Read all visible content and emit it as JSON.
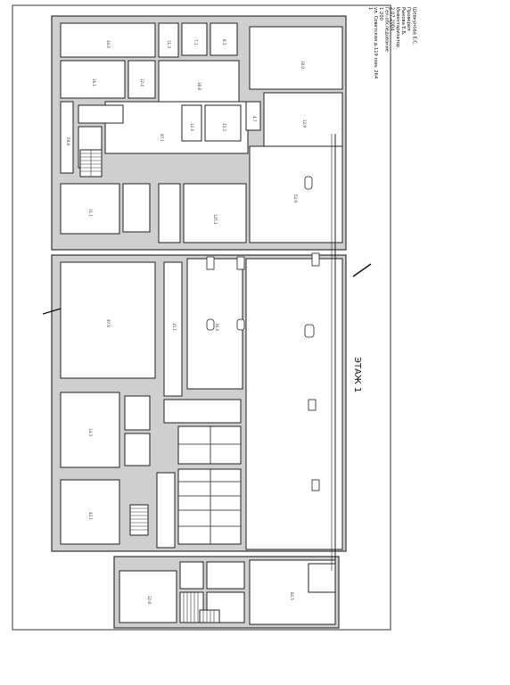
{
  "sheet": {
    "floor_label": "ЭТАЖ 1",
    "stamp_lines": [
      "ул. Советская д.119 пом. 264",
      "1:200",
      "Ген.обследование",
      "2.07.2004",
      "Инвентаризатор",
      "Рыкова Е.Б.",
      "Проверил",
      "Шевкунова Е.С."
    ],
    "stamp_no": "1"
  },
  "rooms": [
    {
      "id": "r1",
      "label": "34.0"
    },
    {
      "id": "r2",
      "label": "16.1"
    },
    {
      "id": "r3",
      "label": "12.4"
    },
    {
      "id": "r4",
      "label": "11.3"
    },
    {
      "id": "r5",
      "label": "38.8"
    },
    {
      "id": "r6",
      "label": "7.1"
    },
    {
      "id": "r7",
      "label": "8.3"
    },
    {
      "id": "r8",
      "label": "18.0"
    },
    {
      "id": "r9",
      "label": "59.8"
    },
    {
      "id": "r10",
      "label": "97.1"
    },
    {
      "id": "r11",
      "label": "12.4"
    },
    {
      "id": "r12",
      "label": "13.3"
    },
    {
      "id": "r13",
      "label": "4.7"
    },
    {
      "id": "r14",
      "label": "12.9"
    },
    {
      "id": "r15",
      "label": "11.1"
    },
    {
      "id": "r16",
      "label": "125.3"
    },
    {
      "id": "r17",
      "label": "52.9"
    },
    {
      "id": "r18",
      "label": "97.0"
    },
    {
      "id": "r19",
      "label": "15.1"
    },
    {
      "id": "r20",
      "label": "16.4"
    },
    {
      "id": "r21",
      "label": "14.3"
    },
    {
      "id": "r22",
      "label": "42.1"
    },
    {
      "id": "r23",
      "label": "82.5"
    },
    {
      "id": "r24",
      "label": "32.8"
    }
  ]
}
